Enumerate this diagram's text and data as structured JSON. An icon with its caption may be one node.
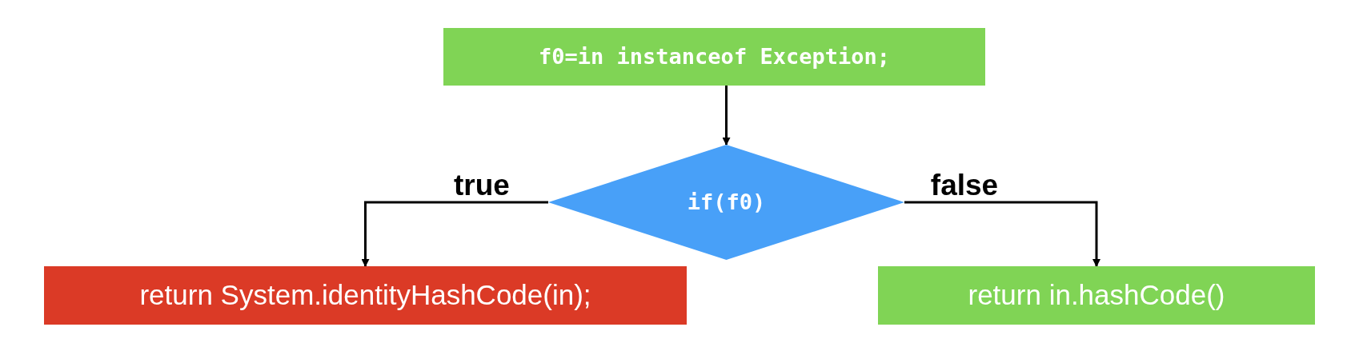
{
  "diagram": {
    "nodes": [
      {
        "text": [
          "f0=in instanceof Exception;"
        ]
      },
      {
        "text": [
          "if(f0)"
        ]
      },
      {
        "text": [
          "return System.identityHashCode(in);"
        ]
      },
      {
        "text": [
          "return in.hashCode()"
        ]
      }
    ],
    "edges": [
      {
        "from": 0,
        "to": 1,
        "arrow": "to"
      },
      {
        "from": 1,
        "to": 2,
        "arrow": "to",
        "label": "true"
      },
      {
        "from": 1,
        "to": 3,
        "arrow": "to",
        "label": "false"
      }
    ]
  }
}
